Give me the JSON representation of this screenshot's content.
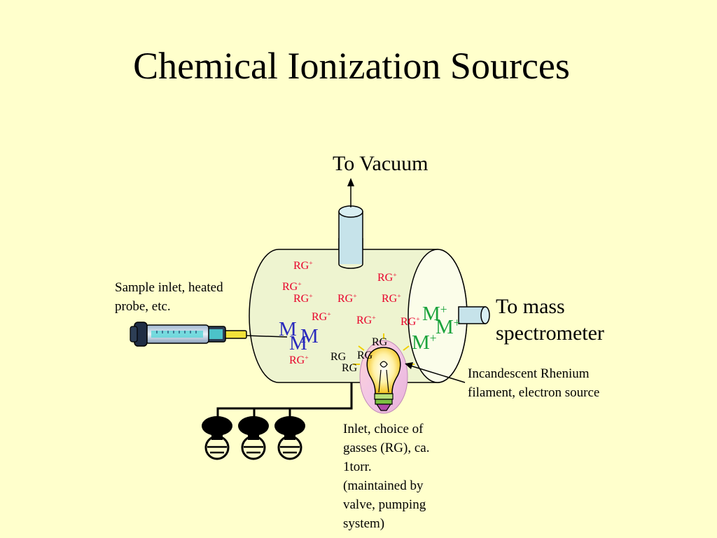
{
  "title": "Chemical Ionization Sources",
  "labels": {
    "to_vacuum": "To Vacuum",
    "sample_inlet": [
      "Sample inlet, heated",
      "probe, etc."
    ],
    "to_mass_spectrometer": [
      "To mass",
      "spectrometer"
    ],
    "filament": [
      "Incandescent Rhenium",
      "filament, electron source"
    ],
    "gas_inlet": [
      "Inlet, choice of",
      "gasses (RG), ca.",
      "1torr.",
      "(maintained by",
      "valve, pumping",
      "system)"
    ]
  },
  "species": {
    "reagent_ion": {
      "base": "RG",
      "charge": "+"
    },
    "reagent_gas": "RG",
    "molecule": "M",
    "molecular_ion": {
      "base": "M",
      "charge": "+"
    }
  },
  "colors": {
    "background": "#ffffcc",
    "chamber_fill": "#eef4d0",
    "tube_fill": "#c6e3ea",
    "reagent_ion": "#e8002a",
    "molecule": "#2b2bbd",
    "molecular_ion": "#1aa33c"
  }
}
